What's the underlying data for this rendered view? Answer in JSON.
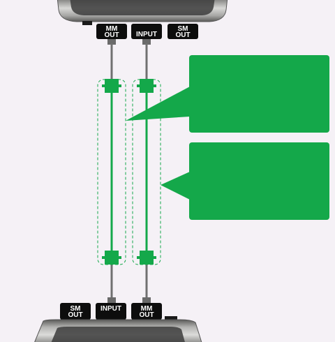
{
  "top_device": {
    "ports": [
      {
        "id": "mm-out",
        "line1": "MM",
        "line2": "OUT"
      },
      {
        "id": "input",
        "line1": "INPUT",
        "line2": ""
      },
      {
        "id": "sm-out",
        "line1": "SM",
        "line2": "OUT"
      }
    ]
  },
  "bottom_device": {
    "ports": [
      {
        "id": "sm-out",
        "line1": "SM",
        "line2": "OUT"
      },
      {
        "id": "input",
        "line1": "INPUT",
        "line2": ""
      },
      {
        "id": "mm-out",
        "line1": "MM",
        "line2": "OUT"
      }
    ]
  },
  "callouts": [
    {
      "id": "callout-1",
      "text": ""
    },
    {
      "id": "callout-2",
      "text": ""
    }
  ],
  "colors": {
    "background": "#f5f1f6",
    "accent_green": "#14a84a",
    "port_black": "#0d0d0d",
    "cable_gray": "#707070",
    "device_silver": "#9a9a98"
  }
}
